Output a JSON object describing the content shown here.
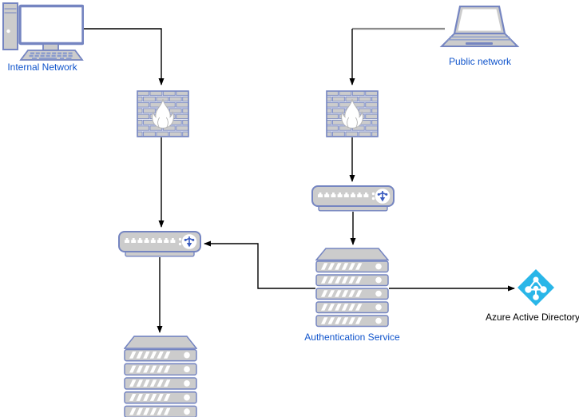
{
  "nodes": {
    "internal_network": {
      "label": "Internal Network",
      "type": "desktop-computer"
    },
    "public_network": {
      "label": "Public network",
      "type": "laptop"
    },
    "firewall_left": {
      "label": "",
      "type": "firewall"
    },
    "firewall_right": {
      "label": "",
      "type": "firewall"
    },
    "router_left": {
      "label": "",
      "type": "router"
    },
    "router_right": {
      "label": "",
      "type": "router"
    },
    "authentication_service": {
      "label": "Authentication Service",
      "type": "server-stack"
    },
    "server_stack_bottom": {
      "label": "",
      "type": "server-stack"
    },
    "azure_ad": {
      "label": "Azure Active Directory",
      "type": "azure-active-directory"
    }
  },
  "edges": [
    {
      "from": "internal_network",
      "to": "firewall_left",
      "arrow": true
    },
    {
      "from": "public_network",
      "to": "firewall_right",
      "arrow": true
    },
    {
      "from": "firewall_left",
      "to": "router_left",
      "arrow": true
    },
    {
      "from": "firewall_right",
      "to": "router_right",
      "arrow": true
    },
    {
      "from": "router_right",
      "to": "authentication_service",
      "arrow": true
    },
    {
      "from": "authentication_service",
      "to": "router_left",
      "arrow": true
    },
    {
      "from": "router_left",
      "to": "server_stack_bottom",
      "arrow": true
    },
    {
      "from": "authentication_service",
      "to": "azure_ad",
      "arrow": true
    }
  ],
  "colors": {
    "shape_fill": "#cccccc",
    "shape_stroke": "#7585c1",
    "shape_white": "#ffffff",
    "label_blue": "#1155cc",
    "label_black": "#000000",
    "azure_cyan": "#29b6e8",
    "connector_black": "#000000",
    "connector_gray": "#8c8c8c"
  }
}
